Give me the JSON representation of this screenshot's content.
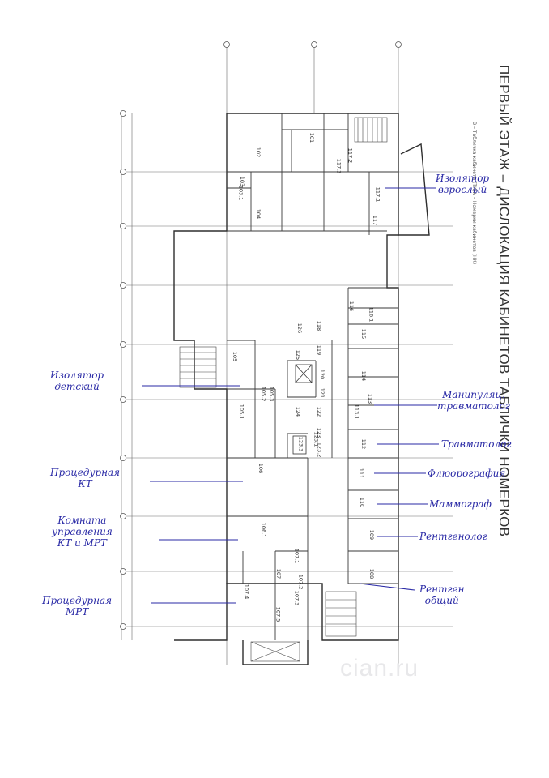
{
  "title": "ПЕРВЫЙ ЭТАЖ – ДИСЛОКАЦИЯ КАБИНЕТОВ ТАБЛИЧКИ НОМЕРКОВ",
  "legend": [
    "В – Табличка кабинета (ТК)",
    "А – Номерки кабинетов (НК)"
  ],
  "rooms": [
    "101",
    "102",
    "103",
    "103.1",
    "104",
    "105",
    "105.1",
    "105.2",
    "105.3",
    "106",
    "106.1",
    "107",
    "107.1",
    "107.2",
    "107.3",
    "107.4",
    "107.5",
    "108",
    "109",
    "110",
    "111",
    "112",
    "113",
    "113.1",
    "114",
    "115",
    "116",
    "116.1",
    "117",
    "117.1",
    "117.2",
    "117.3",
    "118",
    "119",
    "120",
    "121",
    "122",
    "123",
    "123.1",
    "123.2",
    "123.3",
    "124",
    "125",
    "126"
  ],
  "annotations": {
    "isolator_adult": [
      "Изолятор",
      "взрослый"
    ],
    "isolator_child": [
      "Изолятор",
      "детский"
    ],
    "manipulation_trauma": [
      "Манипуляц.",
      "травматолог"
    ],
    "traumatologist": "Травматолог",
    "fluorography": "Флюорография",
    "mammograph": "Маммограф",
    "xray_main": "Рентгенолог",
    "procedure_ct": [
      "Процедурная",
      "КТ"
    ],
    "ct_mri_control": [
      "Комната",
      "управления",
      "КТ и МРТ"
    ],
    "procedure_mri": [
      "Процедурная",
      "МРТ"
    ],
    "xray_general": [
      "Рентген",
      "общий"
    ]
  },
  "watermark": "cian.ru",
  "colors": {
    "ink": "#2a2aa6",
    "line": "#3a3a3a",
    "grid": "#555555"
  }
}
